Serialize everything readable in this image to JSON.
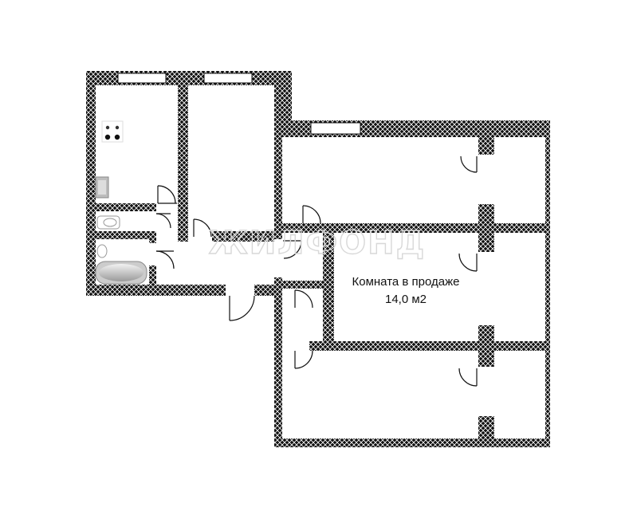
{
  "floor_plan": {
    "featured_room": {
      "label_line1": "Комната в продаже",
      "label_line2": "14,0 м2"
    },
    "watermark": "ЖИЛФОНД",
    "colors": {
      "wall": "#111111",
      "wall_hatch": "#ffffff",
      "floor": "#ffffff",
      "fixture": "#bdbdbd"
    }
  }
}
